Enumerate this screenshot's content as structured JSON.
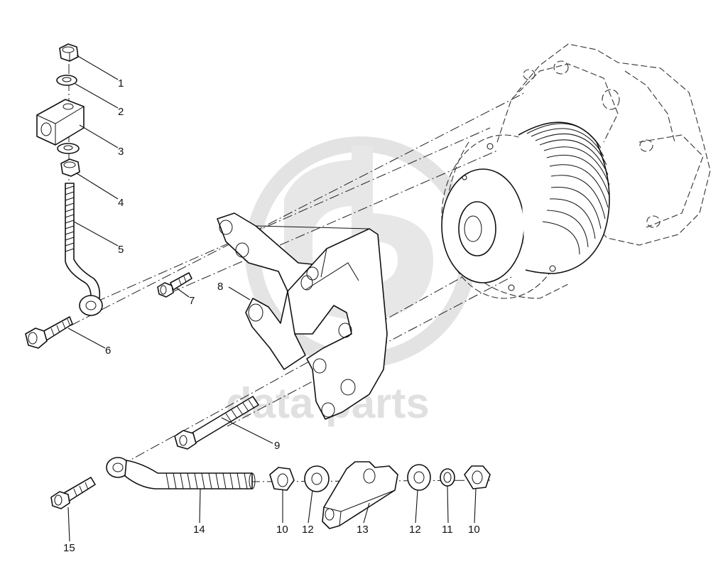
{
  "watermark": {
    "logo_text": "gd",
    "text": "data parts",
    "color": "#c8c8c8"
  },
  "diagram": {
    "kind": "exploded-parts-view",
    "callouts": [
      {
        "id": "c1",
        "label": "1"
      },
      {
        "id": "c2",
        "label": "2"
      },
      {
        "id": "c3",
        "label": "3"
      },
      {
        "id": "c4",
        "label": "4"
      },
      {
        "id": "c5",
        "label": "5"
      },
      {
        "id": "c6",
        "label": "6"
      },
      {
        "id": "c7",
        "label": "7"
      },
      {
        "id": "c8",
        "label": "8"
      },
      {
        "id": "c9",
        "label": "9"
      },
      {
        "id": "c10a",
        "label": "10"
      },
      {
        "id": "c12a",
        "label": "12"
      },
      {
        "id": "c13",
        "label": "13"
      },
      {
        "id": "c12b",
        "label": "12"
      },
      {
        "id": "c11",
        "label": "11"
      },
      {
        "id": "c10b",
        "label": "10"
      },
      {
        "id": "c14",
        "label": "14"
      },
      {
        "id": "c15",
        "label": "15"
      }
    ]
  }
}
